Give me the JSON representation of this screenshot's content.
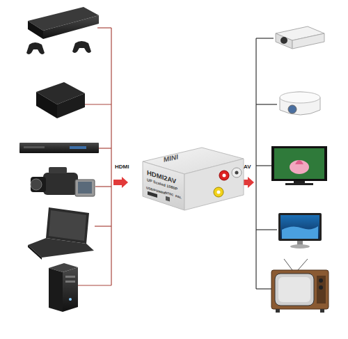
{
  "diagram": {
    "nodes": [
      {
        "text": [
          "MINI",
          "HDMI2AV",
          "UP Scaled 1080P"
        ]
      }
    ],
    "labels": [
      "HDMI",
      "AV",
      "USB/POWER",
      "NTSC",
      "PAL"
    ]
  }
}
